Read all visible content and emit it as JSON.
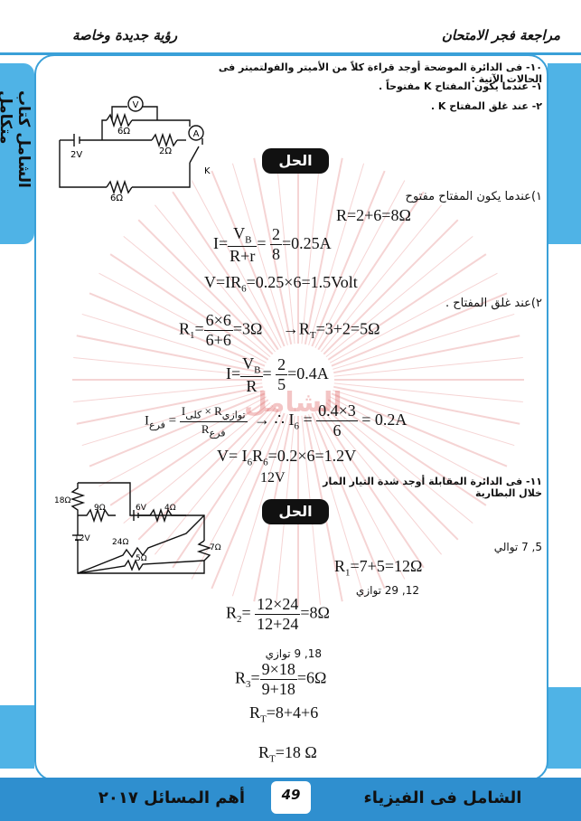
{
  "header": {
    "right_title": "مراجعة فجر الامتحان",
    "left_title": "رؤية جديدة وخاصة"
  },
  "side_title": "الشامل كتاب متكامل",
  "q10": {
    "line1": "١٠- فى الدائرة الموضحة أوجد قراءة كلاً من الأميتر والفولتميتر فى الحالات الآتية :",
    "line2": "١- عندما يكون المفتاح K مفتوحاً .",
    "line3": "٢- عند غلق المفتاح K ."
  },
  "circuit1": {
    "v_label": "V",
    "a_label": "A",
    "r_top": "6Ω",
    "r_mid": "2Ω",
    "r_bot": "6Ω",
    "battery": "2V",
    "switch": "K"
  },
  "solution_label": "الحل",
  "s1": {
    "case1": "١)عندما يكون المفتاح مفتوح",
    "r_total": "R=2+6=8Ω",
    "i_lhs": "I=",
    "i_num": "V",
    "i_num_sub": "B",
    "i_den": "R+r",
    "i_eq": "=",
    "i_frac_num": "2",
    "i_frac_den": "8",
    "i_result": "=0.25A",
    "v_eq": "V=IR",
    "v_sub": "6",
    "v_rest": "=0.25×6=1.5Volt",
    "case2": "٢)عند غلق المفتاح .",
    "r1_lhs": "R",
    "r1_sub": "1",
    "r1_num": "6×6",
    "r1_den": "6+6",
    "r1_result": "=3Ω",
    "rt_arrow": "→R",
    "rt_sub": "T",
    "rt_rest": "=3+2=5Ω",
    "i2_lhs": "I=",
    "i2_num": "V",
    "i2_num_sub": "B",
    "i2_den": "R",
    "i2_frac_num": "2",
    "i2_frac_den": "5",
    "i2_result": "=0.4A",
    "ib_lhs": "I",
    "ib_lhs_sub": "فرع",
    "ib_num": "I",
    "ib_num_sub": "كلى",
    "ib_times": "× R",
    "ib_times_sub": "توازي",
    "ib_den": "R",
    "ib_den_sub": "فرع",
    "ib_therefore": "→ ∴ I",
    "ib_therefore_sub": "6",
    "ib_frac_num": "0.4×3",
    "ib_frac_den": "6",
    "ib_result": "= 0.2A",
    "v2_eq": "V= I",
    "v2_sub1": "6",
    "v2_mid": "R",
    "v2_sub2": "6",
    "v2_rest": "=0.2×6=1.2V",
    "watermark": "الشامل"
  },
  "q11": {
    "text": "١١- فى الدائرة المقابلة أوجد شدة التيار المار خلال البطارية",
    "value": "12V"
  },
  "circuit2": {
    "r18": "18Ω",
    "r9": "9Ω",
    "v6": "6V",
    "r4": "4Ω",
    "v12": "12V",
    "r24": "24Ω",
    "r7": "7Ω",
    "r5": "5Ω"
  },
  "s2": {
    "series_57": "5, 7 توالي",
    "r1": "R",
    "r1_sub": "1",
    "r1_rest": "=7+5=12Ω",
    "par_1229": "12, 29  توازي",
    "r2": "R",
    "r2_sub": "2",
    "r2_num": "12×24",
    "r2_den": "12+24",
    "r2_result": "=8Ω",
    "par_189": "18, 9  توازي",
    "r3": "R",
    "r3_sub": "3",
    "r3_num": "9×18",
    "r3_den": "9+18",
    "r3_result": "=6Ω",
    "rt1": "R",
    "rt1_sub": "T",
    "rt1_rest": "=8+4+6",
    "rt2": "R",
    "rt2_sub": "T",
    "rt2_rest": "=18 Ω"
  },
  "footer": {
    "left": "أهم المسائل ٢٠١٧",
    "page": "49",
    "right": "الشامل فى الفيزياء"
  },
  "colors": {
    "accent": "#3aa0d8",
    "footer": "#2f8fcf",
    "burst": "#f0b8b8"
  }
}
